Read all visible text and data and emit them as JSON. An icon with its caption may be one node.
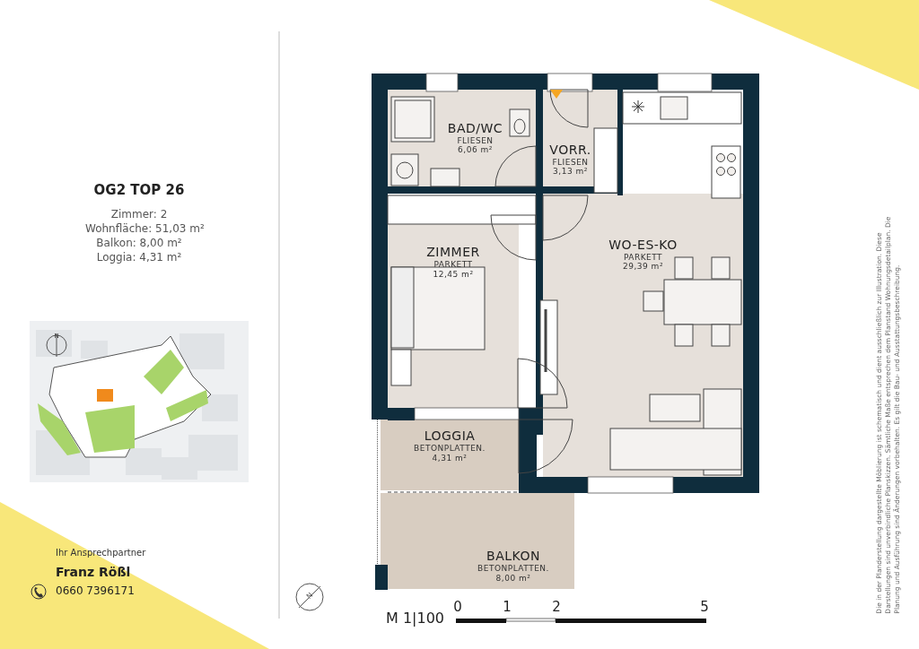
{
  "diagram": {
    "nodes": [
      {
        "text": [
          "BAD/WC",
          "FLIESEN",
          "6,06 m²"
        ]
      },
      {
        "text": [
          "VORR.",
          "FLIESEN",
          "3,13 m²"
        ]
      },
      {
        "text": [
          "WO-ES-KO",
          "PARKETT",
          "29,39 m²"
        ]
      },
      {
        "text": [
          "ZIMMER",
          "PARKETT",
          "12,45 m²"
        ]
      },
      {
        "text": [
          "LOGGIA",
          "BETONPLATTEN.",
          "4,31 m²"
        ]
      },
      {
        "text": [
          "BALKON",
          "BETONPLATTEN.",
          "8,00 m²"
        ]
      }
    ],
    "labels": [
      "OG2 TOP 26",
      "Zimmer: 2",
      "Wohnfläche: 51,03 m²",
      "Balkon: 8,00 m²",
      "Loggia: 4,31 m²",
      "N",
      "Ihr Ansprechpartner",
      "Franz Rößl",
      "0660 7396171",
      "N",
      "M 1|100",
      "0",
      "1",
      "2",
      "5",
      "Die in der Planderstellung dargestellte Möblierung ist schematisch und dient ausschließlich zur Illustration. Diese Darstellungen sind unverbindliche Planskizzen. Sämtliche Maße entsprechen dem Planstand Wohnungsdetailplan. Die Planung und Ausführung sind Änderungen vorbehalten. Es gilt die Bau- und Ausstattungsbeschreibung."
    ]
  }
}
